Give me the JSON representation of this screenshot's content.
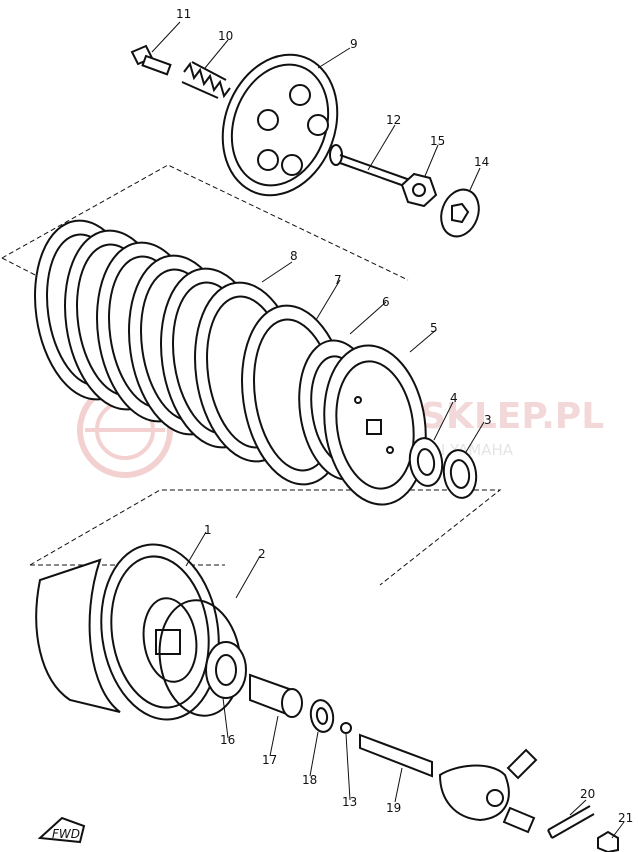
{
  "parts": [
    {
      "id": "1"
    },
    {
      "id": "2"
    },
    {
      "id": "3"
    },
    {
      "id": "4"
    },
    {
      "id": "5"
    },
    {
      "id": "6"
    },
    {
      "id": "7"
    },
    {
      "id": "8"
    },
    {
      "id": "9"
    },
    {
      "id": "10"
    },
    {
      "id": "11"
    },
    {
      "id": "12"
    },
    {
      "id": "13"
    },
    {
      "id": "14"
    },
    {
      "id": "15"
    },
    {
      "id": "16"
    },
    {
      "id": "17"
    },
    {
      "id": "18"
    },
    {
      "id": "19"
    },
    {
      "id": "20"
    },
    {
      "id": "21"
    }
  ],
  "watermark": {
    "brand": "SKLEP.PL",
    "tagline": "CZĘŚCI DO MOTOCYKLI YAMAHA"
  },
  "direction_marker": {
    "label": "FWD"
  },
  "colors": {
    "ink": "#111111",
    "watermark": "#e8b9b9"
  }
}
